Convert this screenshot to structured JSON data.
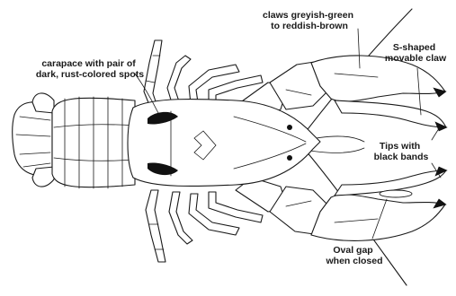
{
  "annotations": {
    "carapace": [
      "carapace with pair of",
      "dark, rust-colored spots"
    ],
    "claw_color": [
      "claws greyish-green",
      "to reddish-brown"
    ],
    "movable_claw": [
      "S-shaped",
      "movable claw"
    ],
    "tips": [
      "Tips with",
      "black bands"
    ],
    "gap": [
      "Oval gap",
      "when closed"
    ]
  }
}
